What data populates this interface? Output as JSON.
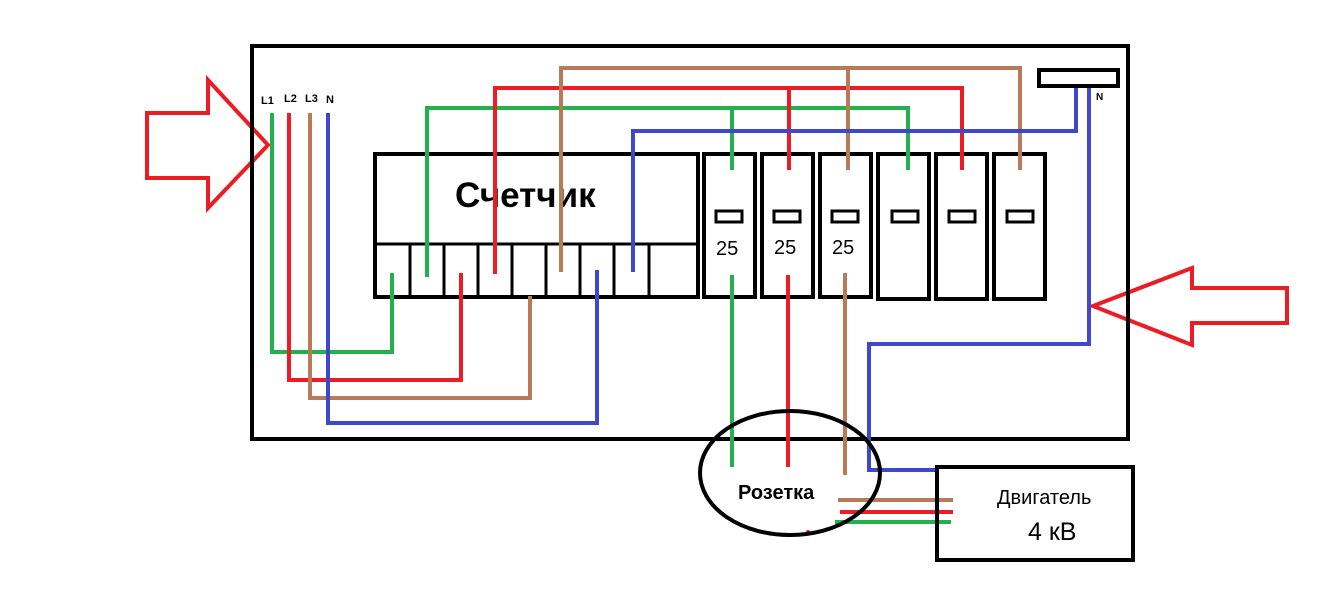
{
  "panel": {
    "terminals": [
      "L1",
      "L2",
      "L3",
      "N"
    ],
    "neutral_bus_label": "N"
  },
  "meter": {
    "label": "Счетчик"
  },
  "breakers": {
    "ratings": [
      "25",
      "25",
      "25",
      "",
      "",
      ""
    ]
  },
  "socket": {
    "label": "Розетка"
  },
  "motor": {
    "name": "Двигатель",
    "power": "4 кВ"
  },
  "colors": {
    "L1": "#22b14c",
    "L2": "#ed1c24",
    "L3": "#b97a57",
    "N": "#3f48cc",
    "arrow": "#ed1c24",
    "outline": "#000000"
  }
}
